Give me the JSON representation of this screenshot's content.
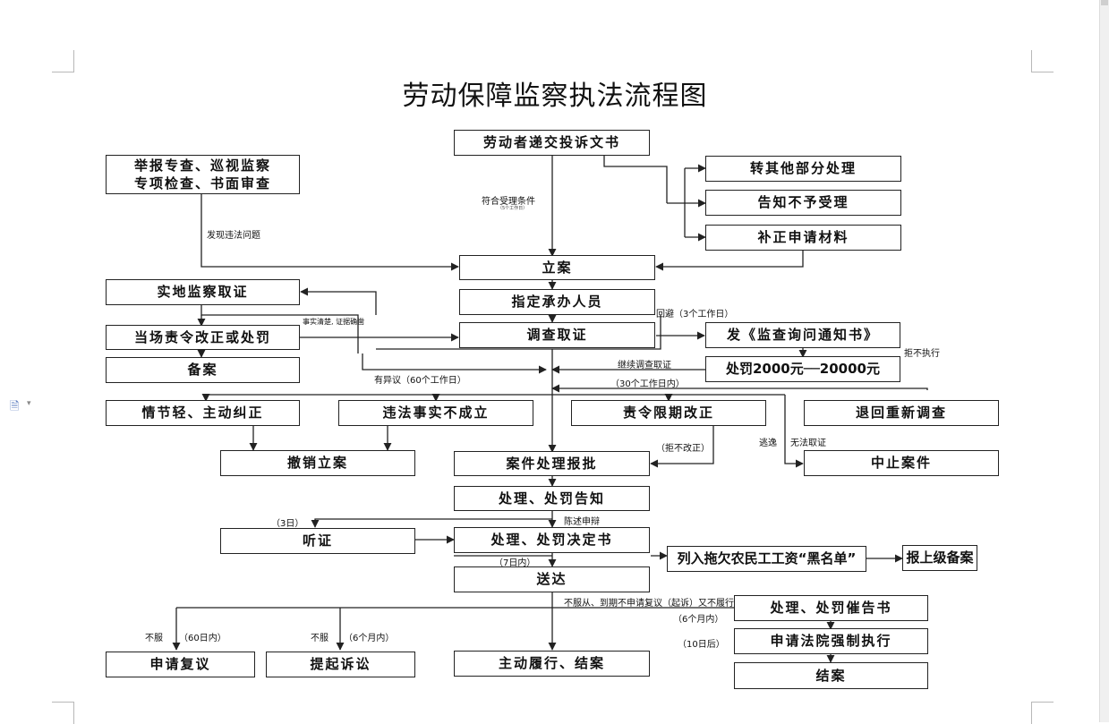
{
  "title": "劳动保障监察执法流程图",
  "boxes": {
    "submit_complaint": "劳动者递交投诉文书",
    "report_inspect": "举报专查、巡视监察\n专项检查、书面审查",
    "transfer_other": "转其他部分处理",
    "notify_reject": "告知不予受理",
    "supplement_material": "补正申请材料",
    "file_case": "立案",
    "onsite_evidence": "实地监察取证",
    "assign_handler": "指定承办人员",
    "investigate": "调查取证",
    "inquiry_notice": "发《监查询问通知书》",
    "order_correct_onsite": "当场责令改正或处罚",
    "record": "备案",
    "fine": "处罚2000元──20000元",
    "minor_correct": "情节轻、主动纠正",
    "no_violation": "违法事实不成立",
    "order_correct_deadline": "责令限期改正",
    "reinvestigate": "退回重新调查",
    "revoke_case": "撤销立案",
    "case_approval": "案件处理报批",
    "suspend_case": "中止案件",
    "penalty_notice": "处理、处罚告知",
    "hearing": "听证",
    "penalty_decision": "处理、处罚决定书",
    "blacklist": "列入拖欠农民工工资“黑名单”",
    "report_superior": "报上级备案",
    "deliver": "送达",
    "reminder_notice": "处理、处罚催告书",
    "apply_review": "申请复议",
    "file_lawsuit": "提起诉讼",
    "voluntary_close": "主动履行、结案",
    "court_enforce": "申请法院强制执行",
    "close_case": "结案"
  },
  "labels": {
    "meets_conditions": "符合受理条件",
    "five_days": "（5个工作日）",
    "found_violation": "发现违法问题",
    "facts_clear": "事实清楚, 证据确凿",
    "recuse": "回避（3个工作日）",
    "refuse_execute": "拒不执行",
    "continue_investigate": "继续调查取证",
    "objection": "有异议（60个工作日）",
    "within_30": "（30个工作日内）",
    "refuse_correct": "（拒不改正）",
    "escape": "逃逸",
    "no_evidence": "无法取证",
    "three_days": "（3日）",
    "statement_defense": "陈述申辩",
    "seven_days": "（7日内）",
    "not_comply": "不服从、到期不申请复议（起诉）又不履行",
    "six_months_a": "（6个月内）",
    "ten_days_after": "（10日后）",
    "disagree_1": "不服",
    "sixty_days": "（60日内）",
    "disagree_2": "不服",
    "six_months_b": "（6个月内）"
  },
  "colors": {
    "line": "#222222",
    "border": "#222222",
    "page": "#ffffff"
  }
}
